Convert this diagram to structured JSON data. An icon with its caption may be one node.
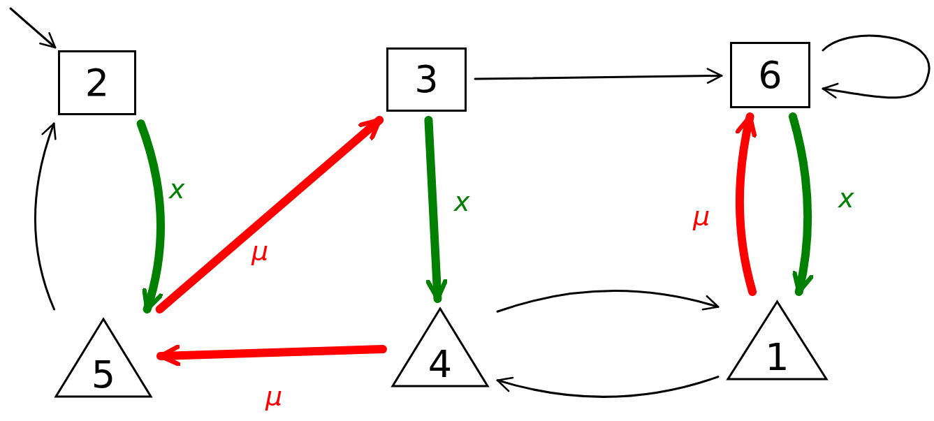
{
  "diagram": {
    "nodes": [
      {
        "text": [
          "2"
        ]
      },
      {
        "text": [
          "3"
        ]
      },
      {
        "text": [
          "6"
        ]
      },
      {
        "text": [
          "5"
        ]
      },
      {
        "text": [
          "4"
        ]
      },
      {
        "text": [
          "1"
        ]
      }
    ],
    "edges": [
      {
        "from": null,
        "to": 0,
        "arrow": "to"
      },
      {
        "from": 0,
        "to": 3,
        "arrow": "to",
        "label": "x",
        "style": "thick",
        "color": "#008000"
      },
      {
        "from": 3,
        "to": 0,
        "arrow": "to"
      },
      {
        "from": 3,
        "to": 1,
        "arrow": "to",
        "label": "μ",
        "style": "thick",
        "color": "#ff0000"
      },
      {
        "from": 1,
        "to": 2,
        "arrow": "to"
      },
      {
        "from": 2,
        "to": 2,
        "arrow": "to"
      },
      {
        "from": 1,
        "to": 4,
        "arrow": "to",
        "label": "x",
        "style": "thick",
        "color": "#008000"
      },
      {
        "from": 4,
        "to": 3,
        "arrow": "to",
        "label": "μ",
        "style": "thick",
        "color": "#ff0000"
      },
      {
        "from": 4,
        "to": 5,
        "arrow": "to"
      },
      {
        "from": 5,
        "to": 4,
        "arrow": "to"
      },
      {
        "from": 5,
        "to": 2,
        "arrow": "to",
        "label": "μ",
        "style": "thick",
        "color": "#ff0000"
      },
      {
        "from": 2,
        "to": 5,
        "arrow": "to",
        "label": "x",
        "style": "thick",
        "color": "#008000"
      }
    ]
  }
}
